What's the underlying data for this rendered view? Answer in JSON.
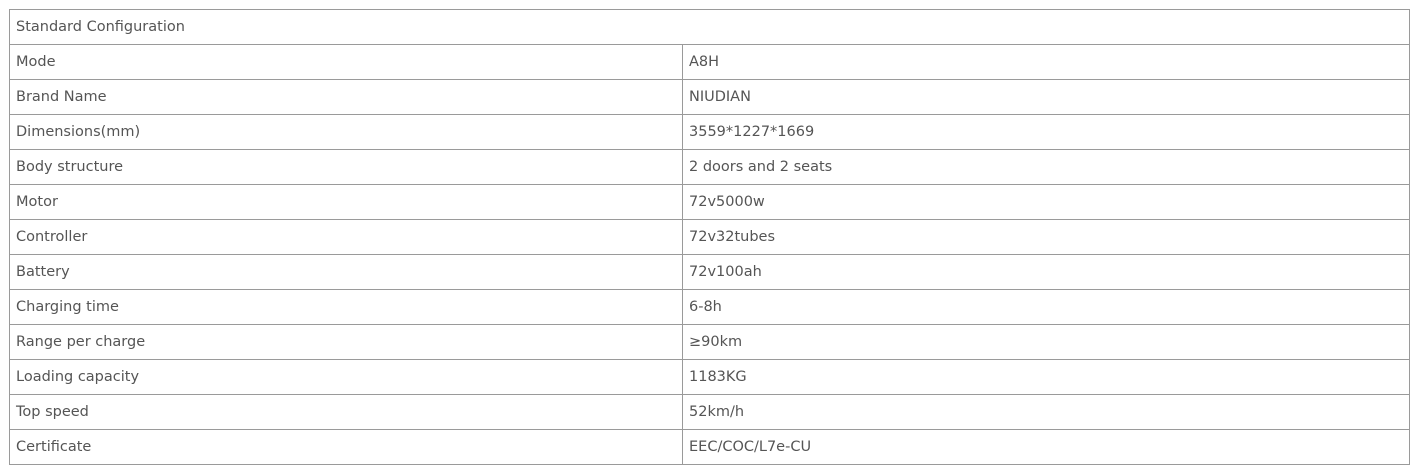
{
  "table": {
    "header": "Standard Configuration",
    "rows": [
      {
        "label": "Mode",
        "value": "A8H"
      },
      {
        "label": "Brand Name",
        "value": "NIUDIAN"
      },
      {
        "label": "Dimensions(mm)",
        "value": "3559*1227*1669"
      },
      {
        "label": "Body structure",
        "value": "2 doors and 2 seats"
      },
      {
        "label": "Motor",
        "value": "72v5000w"
      },
      {
        "label": "Controller",
        "value": "72v32tubes"
      },
      {
        "label": "Battery",
        "value": "72v100ah"
      },
      {
        "label": "Charging time",
        "value": "6-8h"
      },
      {
        "label": "Range per charge",
        "value": "≥90km"
      },
      {
        "label": "Loading capacity",
        "value": "1183KG"
      },
      {
        "label": "Top speed",
        "value": "52km/h"
      },
      {
        "label": "Certificate",
        "value": "EEC/COC/L7e-CU"
      }
    ]
  }
}
